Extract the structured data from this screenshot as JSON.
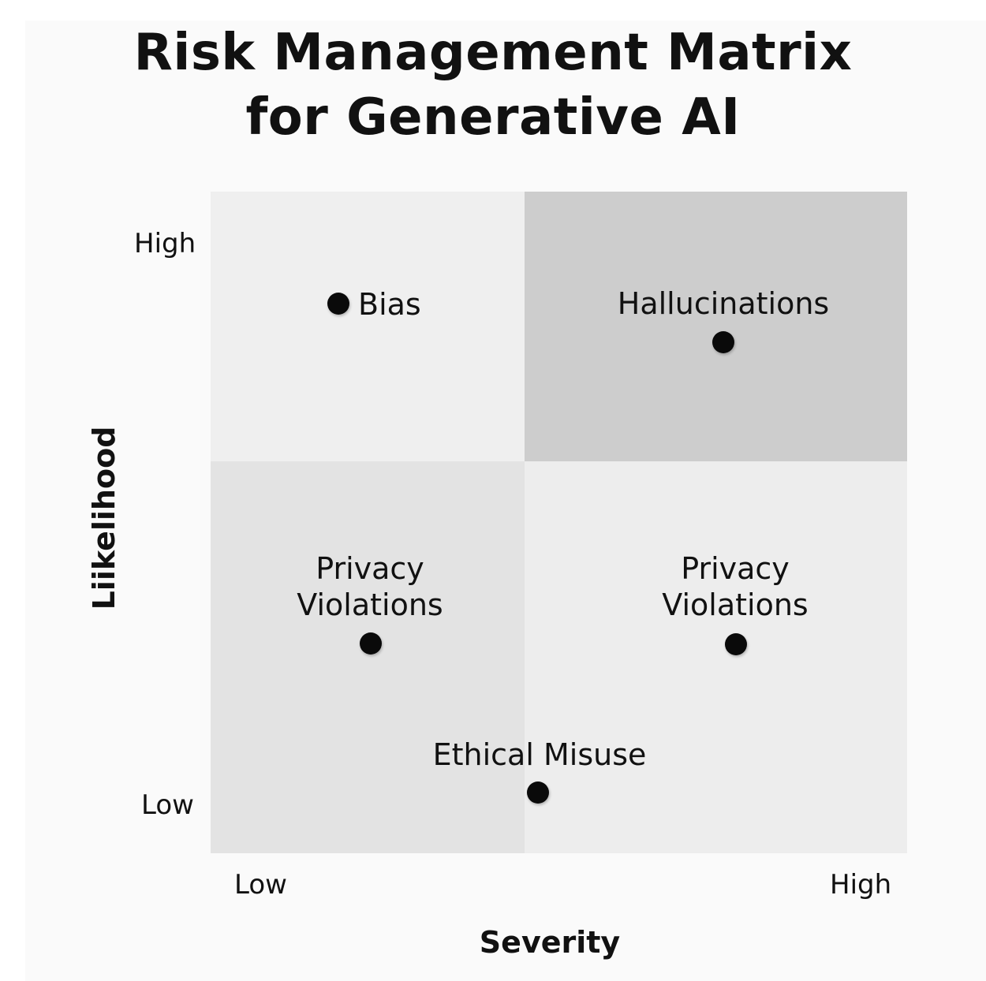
{
  "title": {
    "line1": "Risk Management Matrix",
    "line2": "for Generative AI"
  },
  "axes": {
    "y_label": "Liikelihood",
    "x_label": "Severity",
    "y_ticks": {
      "high": "High",
      "low": "Low"
    },
    "x_ticks": {
      "low": "Low",
      "high": "High"
    }
  },
  "quadrants": {
    "top_left": {
      "color": "#efefef"
    },
    "top_right": {
      "color": "#cdcdcd"
    },
    "bottom_left": {
      "color": "#e3e3e3"
    },
    "bottom_right": {
      "color": "#ededed"
    }
  },
  "risks": [
    {
      "lines": [
        "Bias"
      ]
    },
    {
      "lines": [
        "Hallucinations"
      ]
    },
    {
      "lines": [
        "Privacy",
        "Violations"
      ]
    },
    {
      "lines": [
        "Privacy",
        "Violations"
      ]
    },
    {
      "lines": [
        "Ethical Misuse"
      ]
    }
  ]
}
